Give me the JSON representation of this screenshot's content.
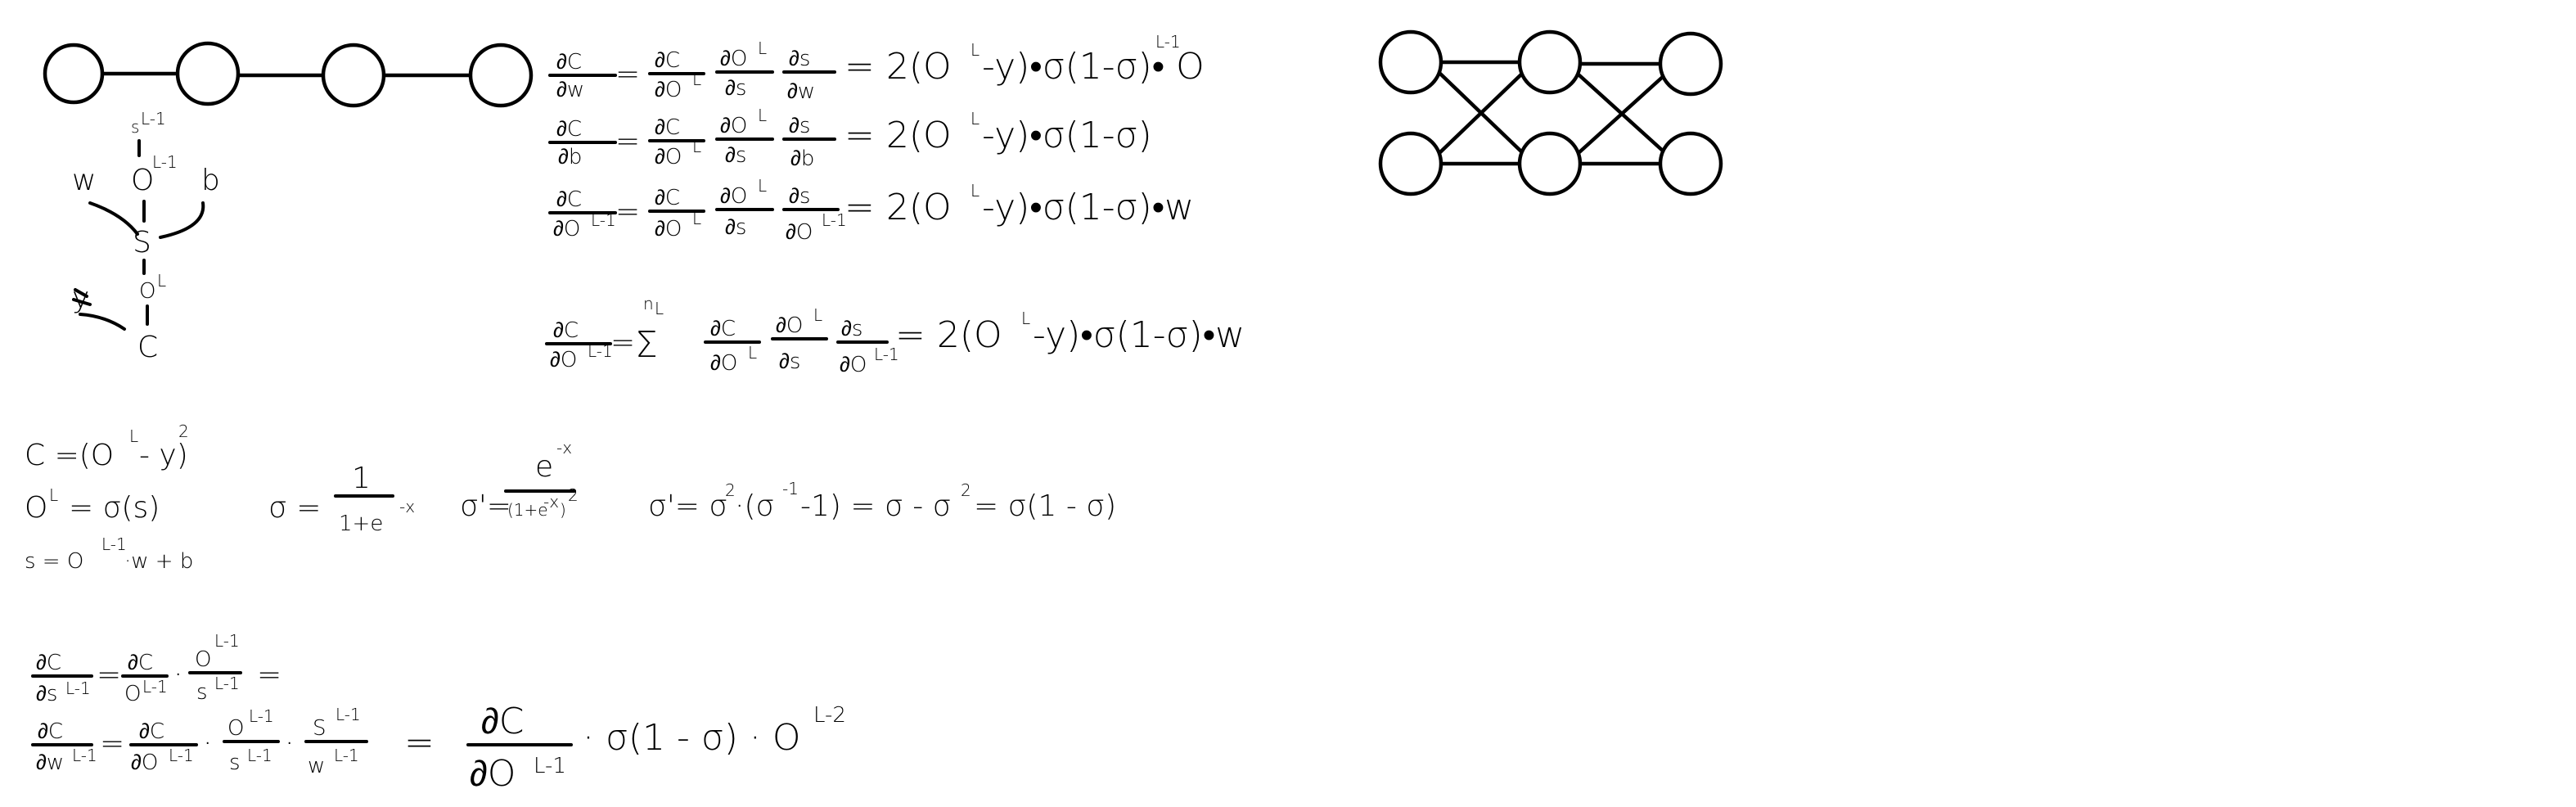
{
  "graph_labels": {
    "s_prev": "s",
    "s_prev_sup": "L-1",
    "o_prev": "O",
    "o_prev_sup": "L-1",
    "w": "w",
    "b": "b",
    "s": "S",
    "o": "O",
    "o_sup": "L",
    "y": "y",
    "c": "C"
  },
  "derivatives": {
    "dw_lhs_num": "∂C",
    "dw_lhs_den": "∂w",
    "db_lhs_num": "∂C",
    "db_lhs_den": "∂b",
    "do_lhs_num": "∂C",
    "do_lhs_den": "∂O",
    "do_lhs_den_sup": "L-1",
    "sum_lhs_num": "∂C",
    "sum_lhs_den": "∂O",
    "sum_lhs_den_sup": "L-1",
    "sum_sym": "Σ",
    "sum_top": "n",
    "sum_top_sub": "L",
    "f1_num": "∂C",
    "f1_den": "∂O",
    "f1_den_sup": "L",
    "f2_num": "∂O",
    "f2_num_sup": "L",
    "f2_den": "∂s",
    "f3w_num": "∂s",
    "f3w_den": "∂w",
    "f3b_num": "∂s",
    "f3b_den": "∂b",
    "f3o_num": "∂s",
    "f3o_den": "∂O",
    "f3o_den_sup": "L-1",
    "eq": "=",
    "rhs_dw": "= 2(O",
    "rhs_dw_sup": "L",
    "rhs_dw_tail": "-y)•σ(1-σ)• O",
    "rhs_dw_tail_sup": "L-1",
    "rhs_db": "= 2(O",
    "rhs_db_sup": "L",
    "rhs_db_tail": "-y)•σ(1-σ)",
    "rhs_do": "= 2(O",
    "rhs_do_sup": "L",
    "rhs_do_tail": "-y)•σ(1-σ)•w",
    "rhs_sum": "= 2(O",
    "rhs_sum_sup": "L",
    "rhs_sum_tail": "-y)•σ(1-σ)•w"
  },
  "definitions": {
    "cost": "C =(O",
    "cost_sup": "L",
    "cost_tail": "- y)",
    "cost_exp": "2",
    "act": "O",
    "act_sup": "L",
    "act_tail": "= σ(s)",
    "pre": "s = O",
    "pre_sup": "L-1",
    "pre_tail": "·w + b"
  },
  "sigmoid": {
    "sig": "σ =",
    "sig_num": "1",
    "sig_den": "1+e",
    "sig_den_sup": "-x",
    "sigp": "σ'= ",
    "sigp_num": "e",
    "sigp_num_sup": "-x",
    "sigp_den": "(1+e",
    "sigp_den_sup": "-x",
    "sigp_den_tail": ")",
    "sigp_den_exp": "2",
    "sigp2": "σ'= σ",
    "sigp2_sup": "2",
    "sigp2_mid": "·(σ",
    "sigp2_mid_sup": "-1",
    "sigp2_tail": "-1) = σ - σ",
    "sigp2_tail_sup": "2",
    "sigp2_end": "= σ(1 - σ)"
  },
  "bottom": {
    "l1_num": "∂C",
    "l1_den": "∂s",
    "l1_den_sup": "L-1",
    "l1_eq": "=",
    "l1_f1_num": "∂C",
    "l1_f1_den": "O",
    "l1_f1_den_sup": "L-1",
    "l1_dot": "·",
    "l1_f2_num": "O",
    "l1_f2_num_sup": "L-1",
    "l1_f2_den": "s",
    "l1_f2_den_sup": "L-1",
    "l1_end": "=",
    "l2_num": "∂C",
    "l2_den": "∂w",
    "l2_den_sup": "L-1",
    "l2_eq": "=",
    "l2_f1_num": "∂C",
    "l2_f1_den": "∂O",
    "l2_f1_den_sup": "L-1",
    "l2_dot": "·",
    "l2_f2_num": "O",
    "l2_f2_num_sup": "L-1",
    "l2_f2_den": "s",
    "l2_f2_den_sup": "L-1",
    "l2_dot2": "·",
    "l2_f3_num": "S",
    "l2_f3_num_sup": "L-1",
    "l2_f3_den": "w",
    "l2_f3_den_sup": "L-1",
    "l2_rhs_eq": "=",
    "l2_rhs_num": "∂C",
    "l2_rhs_den": "∂O",
    "l2_rhs_den_sup": "L-1",
    "l2_rhs_tail": "· σ(1 - σ) · O",
    "l2_rhs_tail_sup": "L-2"
  }
}
